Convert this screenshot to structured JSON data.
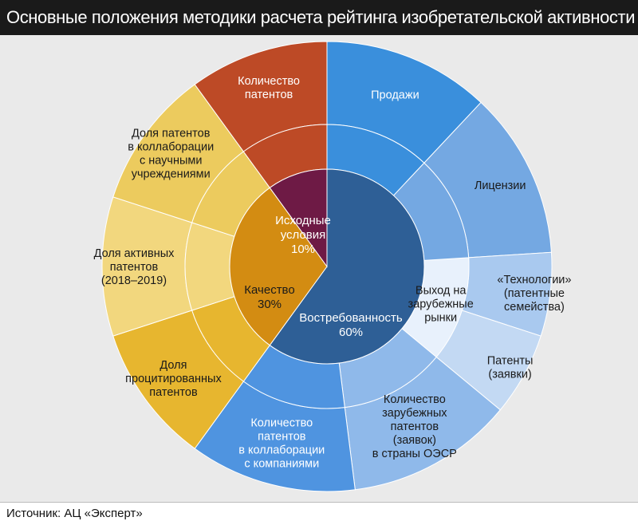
{
  "title": "Основные положения методики расчета рейтинга изобретательской активности",
  "source": "Источник: АЦ «Эксперт»",
  "chart_data": {
    "type": "pie",
    "subtype": "sunburst",
    "inner": [
      {
        "label": [
          "Востребованность",
          "60%"
        ],
        "value": 60,
        "color": "#2e5f96",
        "text_color": "#ffffff"
      },
      {
        "label": [
          "Качество",
          "30%"
        ],
        "value": 30,
        "color": "#d38c12",
        "text_color": "#1a1a1a"
      },
      {
        "label": [
          "Исходные",
          "условия",
          "10%"
        ],
        "value": 10,
        "color": "#6e1a45",
        "text_color": "#ffffff"
      }
    ],
    "outer": [
      {
        "label": [
          "Продажи"
        ],
        "value": 12,
        "parent": "Востребованность",
        "color": "#3a8fdc",
        "text_color": "#ffffff"
      },
      {
        "label": [
          "Лицензии"
        ],
        "value": 12,
        "parent": "Востребованность",
        "color": "#74a8e2",
        "text_color": "#1a1a1a"
      },
      {
        "label": [
          "«Технологии»",
          "(патентные",
          "семейства)"
        ],
        "value": 6,
        "parent": "Востребованность",
        "color": "#a9c9ef",
        "text_color": "#1a1a1a"
      },
      {
        "label": [
          "Патенты",
          "(заявки)"
        ],
        "value": 6,
        "parent": "Востребованность",
        "color": "#c3d9f3",
        "text_color": "#1a1a1a"
      },
      {
        "label": [
          "Количество",
          "зарубежных",
          "патентов",
          "(заявок)",
          "в страны ОЭСР"
        ],
        "value": 12,
        "parent": "Востребованность",
        "color": "#8fb9ea",
        "text_color": "#1a1a1a"
      },
      {
        "label": [
          "Количество",
          "патентов",
          "в коллаборации",
          "с компаниями"
        ],
        "value": 12,
        "parent": "Востребованность",
        "color": "#4f94e0",
        "text_color": "#ffffff"
      },
      {
        "label": [
          "Доля",
          "процитированных",
          "патентов"
        ],
        "value": 10,
        "parent": "Качество",
        "color": "#e7b62f",
        "text_color": "#1a1a1a"
      },
      {
        "label": [
          "Доля активных",
          "патентов",
          "(2018–2019)"
        ],
        "value": 10,
        "parent": "Качество",
        "color": "#f2d77e",
        "text_color": "#1a1a1a"
      },
      {
        "label": [
          "Доля патентов",
          "в коллаборации",
          "с научными",
          "учреждениями"
        ],
        "value": 10,
        "parent": "Качество",
        "color": "#eccb5e",
        "text_color": "#1a1a1a"
      },
      {
        "label": [
          "Количество",
          "патентов"
        ],
        "value": 10,
        "parent": "Исходные условия",
        "color": "#bd4a26",
        "text_color": "#ffffff"
      }
    ],
    "sub_segment": {
      "label": [
        "Выход на",
        "зарубежные",
        "рынки"
      ],
      "value": 12,
      "parent": "Востребованность",
      "children": [
        "«Технологии» (патентные семейства)",
        "Патенты (заявки)"
      ],
      "color": "#e8f1fc",
      "text_color": "#1a1a1a"
    }
  }
}
